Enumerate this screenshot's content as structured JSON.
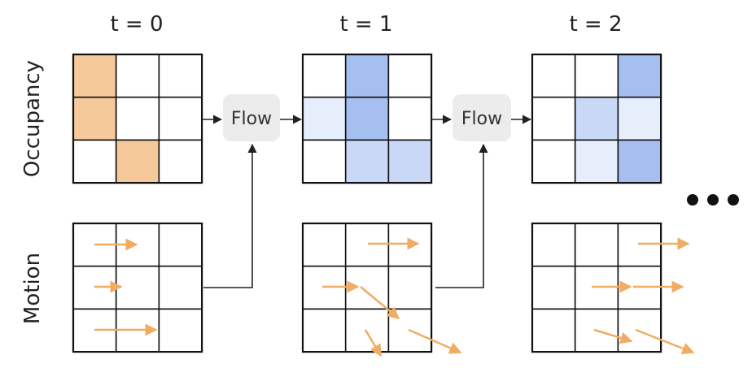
{
  "colors": {
    "occupancy_t0": "#f5c99a",
    "occupancy_blue_dark": "#a6bff1",
    "occupancy_blue_mid": "#c9d8f6",
    "occupancy_blue_light": "#e6eefc",
    "motion_arrow": "#f0ac63",
    "flow_box": "#ececec",
    "grid_line": "#111111",
    "connector": "#222222"
  },
  "time_labels": [
    "t = 0",
    "t = 1",
    "t = 2"
  ],
  "row_labels": {
    "occupancy": "Occupancy",
    "motion": "Motion"
  },
  "flow_labels": [
    "Flow",
    "Flow"
  ],
  "occupancy_grids": [
    [
      [
        "orange",
        "",
        ""
      ],
      [
        "orange",
        "",
        ""
      ],
      [
        "",
        "orange",
        ""
      ]
    ],
    [
      [
        "",
        "dark",
        ""
      ],
      [
        "light",
        "dark",
        ""
      ],
      [
        "",
        "mid",
        "mid"
      ]
    ],
    [
      [
        "",
        "",
        "dark"
      ],
      [
        "",
        "mid",
        "light"
      ],
      [
        "",
        "light",
        "dark"
      ]
    ]
  ],
  "continuation_icon": "ellipsis-icon"
}
